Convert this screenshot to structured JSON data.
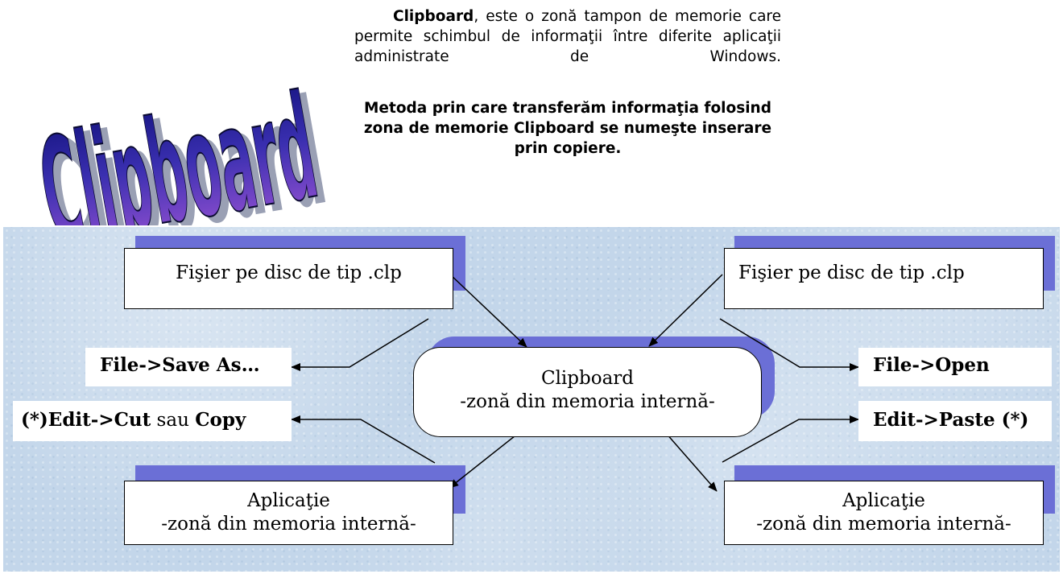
{
  "logo": {
    "word": "Clipboard"
  },
  "intro": {
    "term": "Clipboard",
    "definition": ", este o zonă tampon de memorie care permite schimbul de informaţii între diferite aplicaţii administrate de Windows.",
    "method": "Metoda prin care transferăm informaţia folosind zona de memorie Clipboard se numeşte inserare prin copiere."
  },
  "diagram": {
    "file_left": "Fişier pe disc de tip .clp",
    "file_right": "Fişier pe disc de tip .clp",
    "clipboard_title": "Clipboard",
    "clipboard_sub": "-zonă din memoria internă-",
    "app_left_title": "Aplicaţie",
    "app_left_sub": "-zonă din memoria internă-",
    "app_right_title": "Aplicaţie",
    "app_right_sub": "-zonă din memoria internă-",
    "save_as": "File->Save As…",
    "cut_prefix": "(*)Edit->Cut",
    "cut_mid": " sau ",
    "cut_copy": "Copy",
    "open": "File->Open",
    "paste": "Edit->Paste (*)"
  },
  "colors": {
    "shadow": "#6b6fd6",
    "panel": "#c3d6ea",
    "logo_top": "#1a1a8c",
    "logo_bottom": "#9a4fd0"
  }
}
